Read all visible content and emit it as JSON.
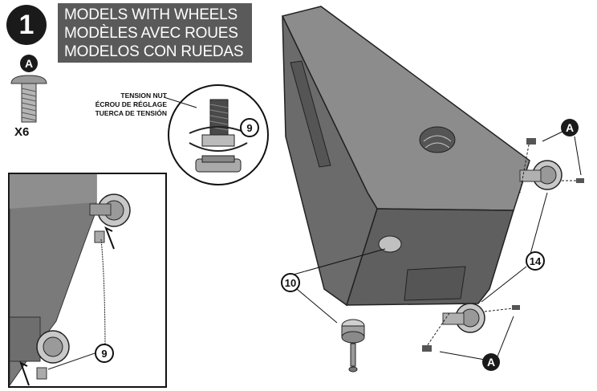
{
  "step": {
    "number": "1"
  },
  "title": {
    "lines": [
      "MODELS WITH WHEELS",
      "MODÈLES AVEC ROUES",
      "MODELOS CON RUEDAS"
    ]
  },
  "hardware": {
    "part_letter": "A",
    "quantity": "X6"
  },
  "tension_nut": {
    "labels": [
      "TENSION NUT",
      "ÉCROU DE RÉGLAGE",
      "TUERCA DE TENSIÓN"
    ],
    "callout": "9"
  },
  "inset": {
    "callout": "9"
  },
  "callouts": {
    "leg_cap": "10",
    "wheel": "14",
    "bolt_top": "A",
    "bolt_bottom": "A"
  },
  "colors": {
    "dark": "#1a1a1a",
    "panel": "#5a5a5a",
    "cabinet": "#6b6b6b",
    "cabinet_light": "#8c8c8c"
  }
}
